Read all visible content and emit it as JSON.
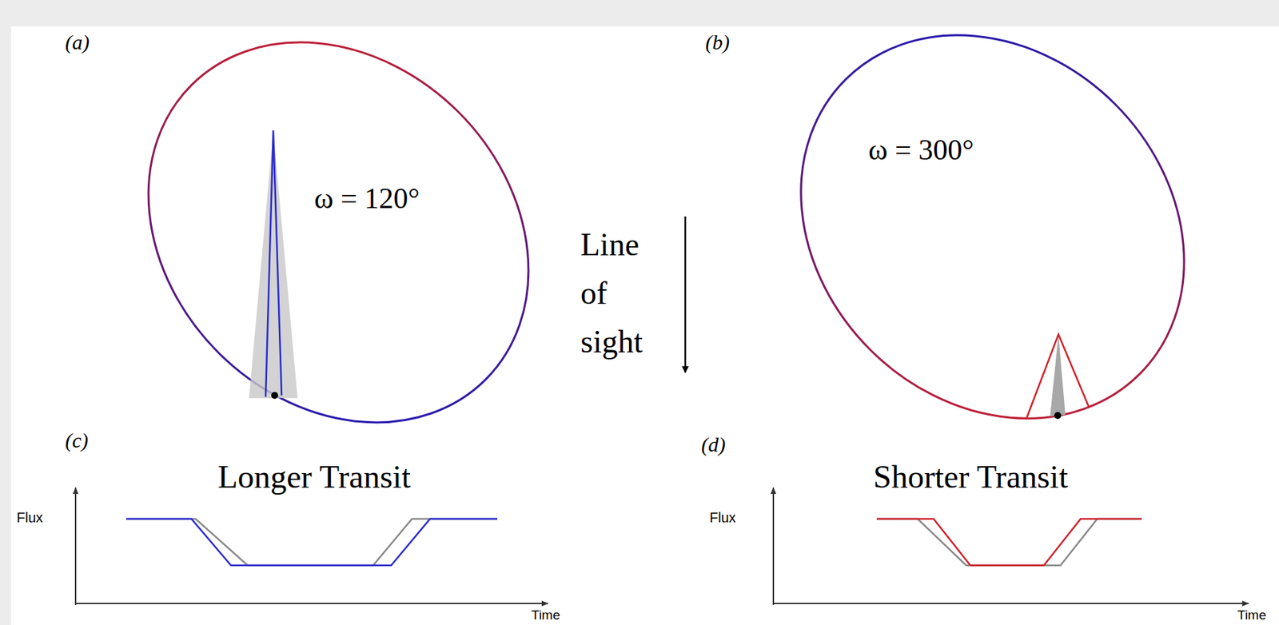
{
  "diagram": {
    "labels": [
      "(a)",
      "(b)",
      "ω = 120°",
      "ω = 300°",
      "Line of sight",
      "(c)",
      "(d)",
      "Longer Transit",
      "Shorter Transit",
      "Flux",
      "Flux",
      "Time",
      "Time"
    ]
  }
}
